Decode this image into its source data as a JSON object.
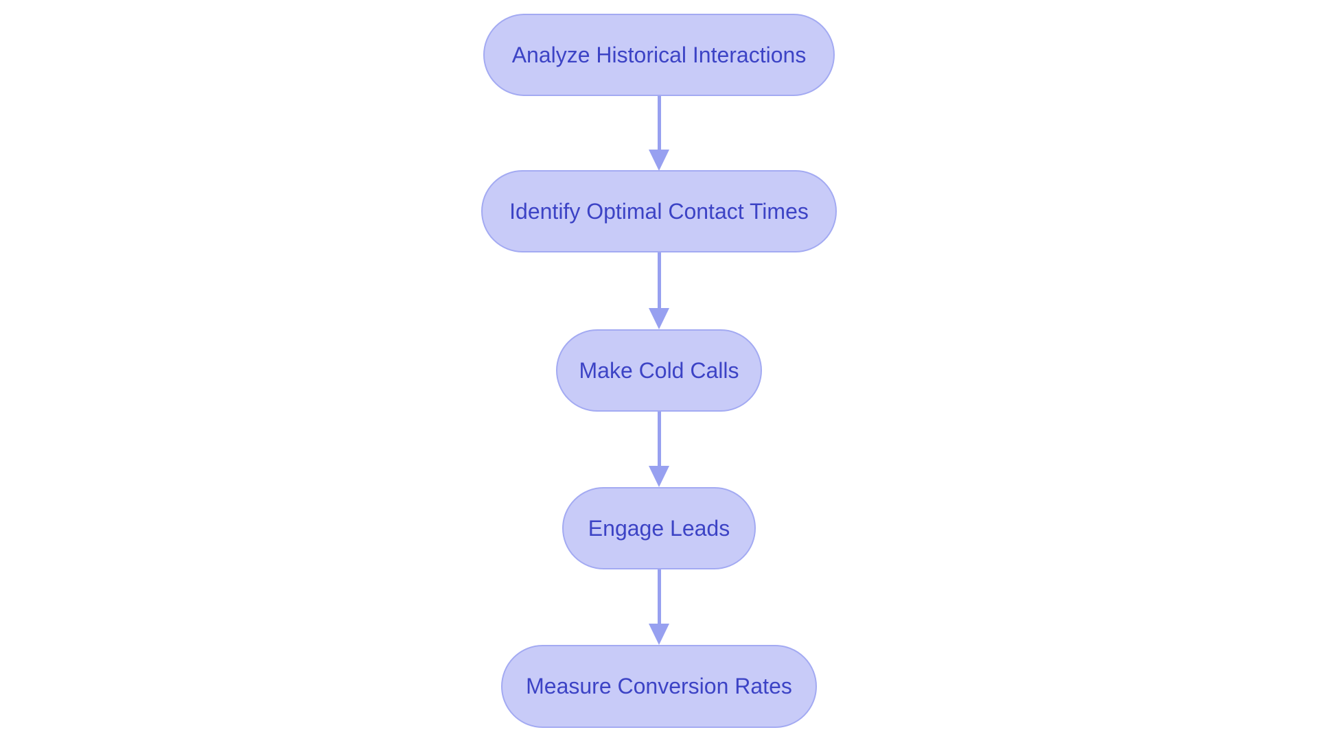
{
  "flowchart": {
    "type": "flowchart",
    "direction": "top-to-bottom",
    "nodes": [
      {
        "id": "n1",
        "shape": "pill",
        "label": "Analyze Historical Interactions"
      },
      {
        "id": "n2",
        "shape": "pill",
        "label": "Identify Optimal Contact Times"
      },
      {
        "id": "n3",
        "shape": "pill",
        "label": "Make Cold Calls"
      },
      {
        "id": "n4",
        "shape": "pill",
        "label": "Engage Leads"
      },
      {
        "id": "n5",
        "shape": "pill",
        "label": "Measure Conversion Rates"
      }
    ],
    "edges": [
      {
        "from": "n1",
        "to": "n2",
        "style": "arrow-down"
      },
      {
        "from": "n2",
        "to": "n3",
        "style": "arrow-down"
      },
      {
        "from": "n3",
        "to": "n4",
        "style": "arrow-down"
      },
      {
        "from": "n4",
        "to": "n5",
        "style": "arrow-down"
      }
    ],
    "colors": {
      "background": "#ffffff",
      "node_fill": "#c8cbf8",
      "node_border": "#a3aaf2",
      "node_text": "#3c43c5",
      "arrow": "#97a0f0"
    }
  }
}
